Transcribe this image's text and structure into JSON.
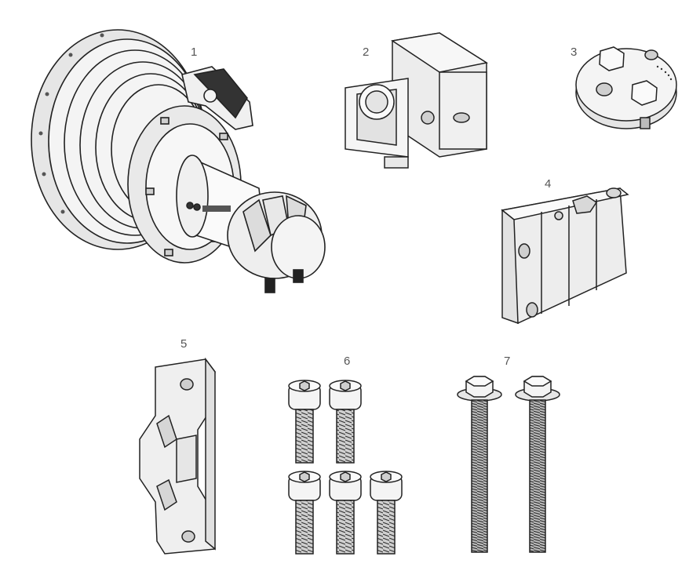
{
  "parts": [
    {
      "number": "1",
      "name": "antenna-dish"
    },
    {
      "number": "2",
      "name": "pole-clamp-bracket"
    },
    {
      "number": "3",
      "name": "round-mounting-plate"
    },
    {
      "number": "4",
      "name": "wall-mount-bracket"
    },
    {
      "number": "5",
      "name": "clamp-bar"
    },
    {
      "number": "6",
      "name": "socket-head-screws"
    },
    {
      "number": "7",
      "name": "long-hex-bolts"
    }
  ],
  "colors": {
    "line": "#222222",
    "fill": "#f4f4f4",
    "shade": "#d9d9d9",
    "dark": "#333333",
    "label": "#555555"
  }
}
